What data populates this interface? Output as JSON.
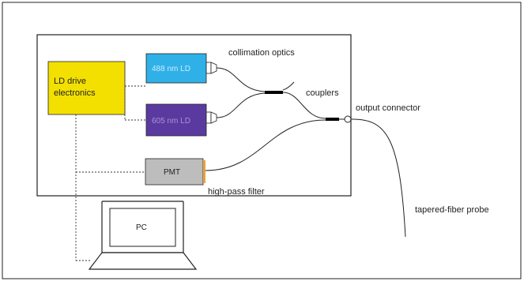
{
  "diagram": {
    "blocks": {
      "ld_drive": {
        "label_line1": "LD drive",
        "label_line2": "electronics",
        "color": "#f3e000"
      },
      "ld_blue": {
        "label": "488 nm LD",
        "color": "#2fb1e8"
      },
      "ld_purple": {
        "label": "605 nm LD",
        "color": "#5b3aa0"
      },
      "pmt": {
        "label": "PMT",
        "color": "#bdbdbd"
      },
      "pc": {
        "label": "PC"
      }
    },
    "annotations": {
      "collimation_optics": "collimation optics",
      "couplers": "couplers",
      "output_connector": "output connector",
      "high_pass_filter": "high-pass filter",
      "tapered_fiber_probe": "tapered-fiber probe"
    },
    "colors": {
      "filter": "#e8a23a",
      "line": "#222222",
      "coupler": "#000000"
    }
  }
}
